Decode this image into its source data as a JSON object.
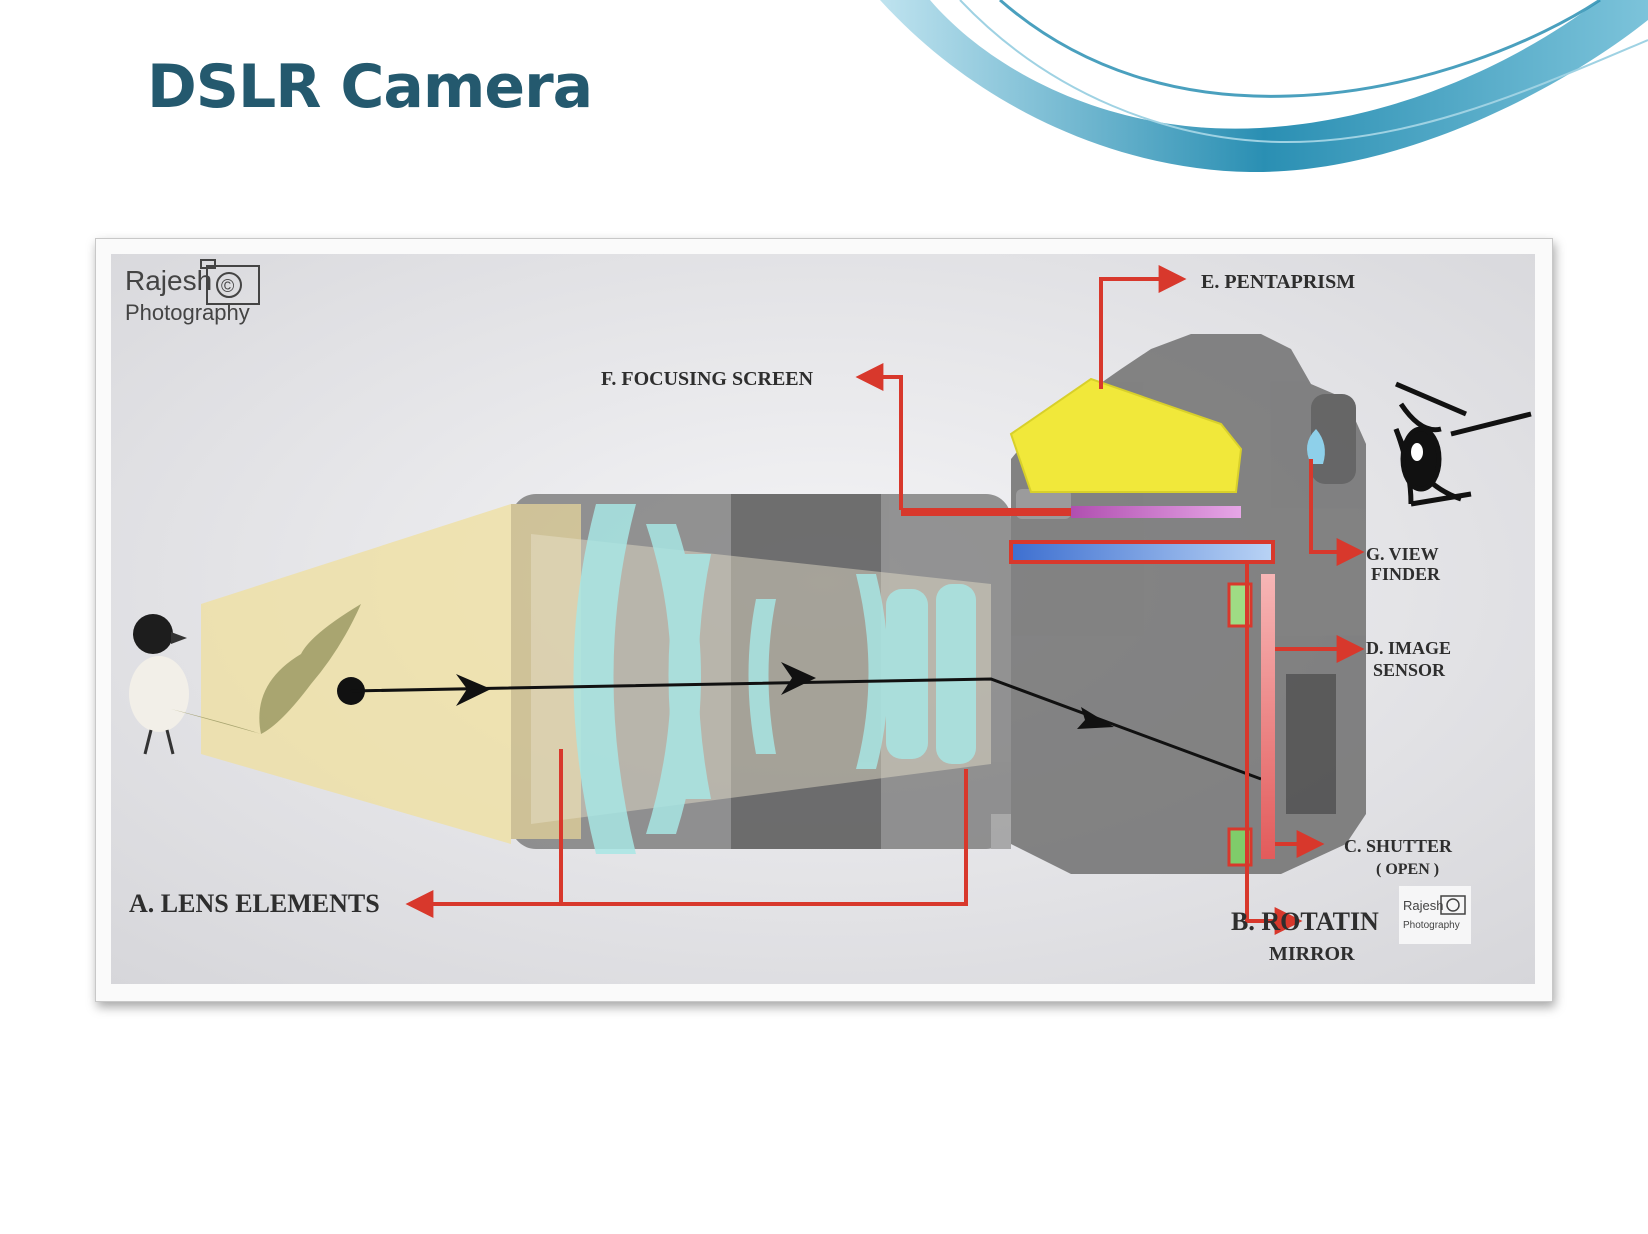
{
  "slide": {
    "title": "DSLR Camera"
  },
  "watermark": {
    "line1": "Rajesh",
    "line2": "Photography",
    "copyright": "©"
  },
  "labels": {
    "pentaprism": "E. PENTAPRISM",
    "focusing_screen": "F. FOCUSING SCREEN",
    "viewfinder_1": "G. VIEW",
    "viewfinder_2": "FINDER",
    "image_sensor_1": "D. IMAGE",
    "image_sensor_2": "SENSOR",
    "shutter_1": "C. SHUTTER",
    "shutter_2": "( OPEN )",
    "lens_elements": "A. LENS ELEMENTS",
    "rotating_mirror_1": "B. ROTATIN",
    "rotating_mirror_2": "MIRROR"
  },
  "colors": {
    "title": "#24596e",
    "arrow_red": "#d8382c",
    "pentaprism": "#f1e83a",
    "lens_glass": "#a8e6e4",
    "light_cone": "#efe0a2",
    "camera_body": "#5a5a5a",
    "mirror": "#4a7fd0",
    "focus_screen": "#c060c0",
    "swoosh": "#2a8fb3"
  },
  "icons": [
    "bird-icon",
    "eye-icon",
    "camera-icon",
    "light-source-icon"
  ]
}
